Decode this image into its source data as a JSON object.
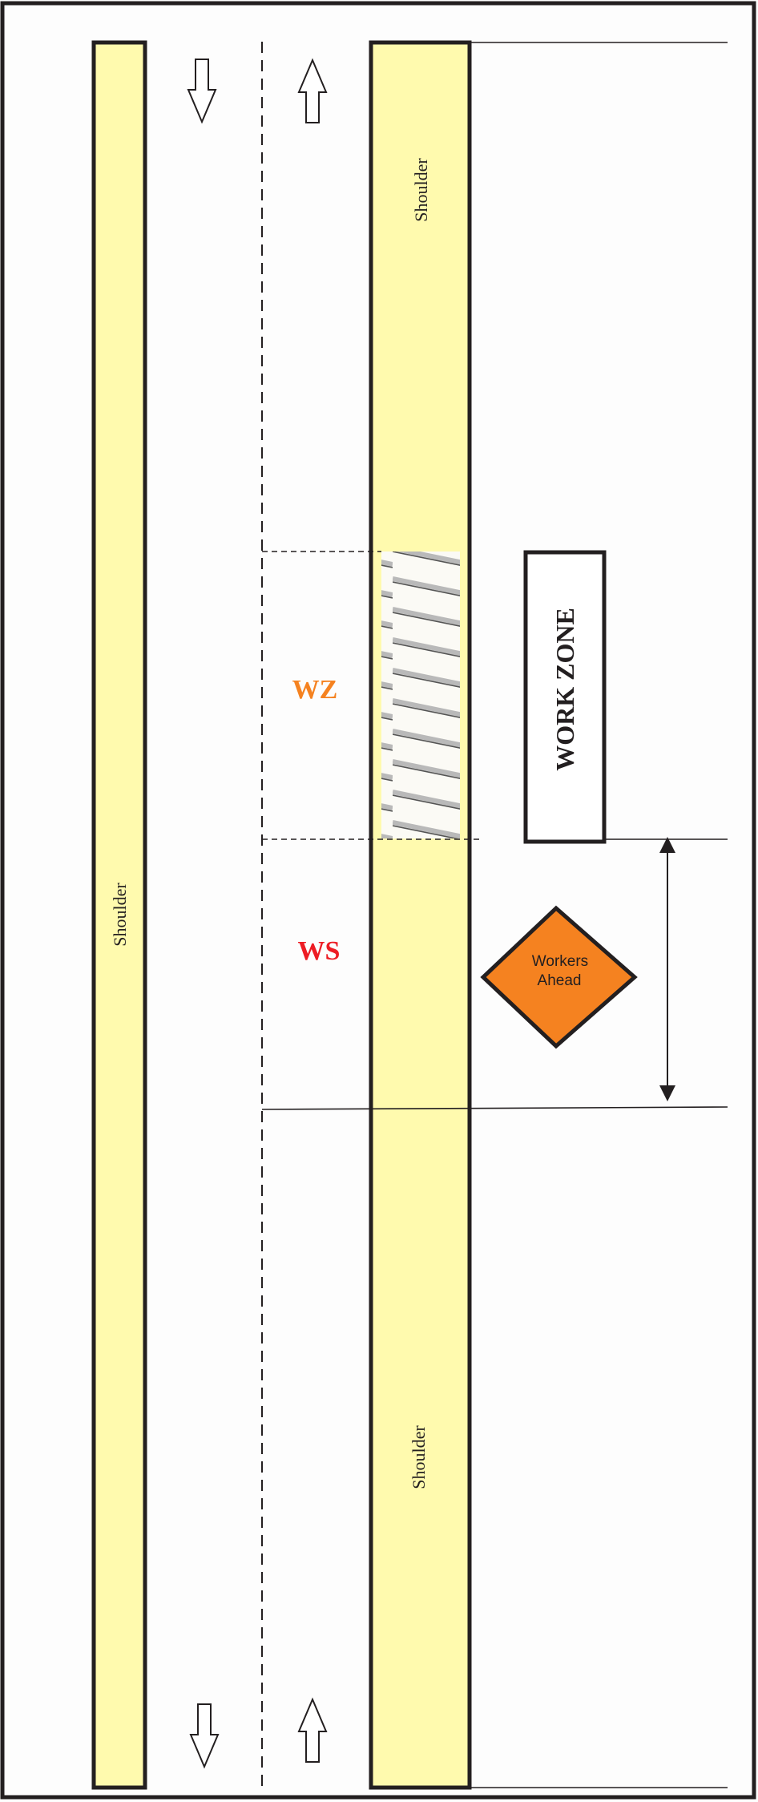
{
  "shoulders": {
    "left_label": "Shoulder",
    "right_upper_label": "Shoulder",
    "right_lower_label": "Shoulder"
  },
  "zones": {
    "work_zone_label": "WZ",
    "warning_sign_label": "WS"
  },
  "signs": {
    "work_zone_text": "WORK ZONE",
    "diamond_line1": "Workers",
    "diamond_line2": "Ahead"
  },
  "colors": {
    "shoulder_fill": "#fffaae",
    "outline": "#231f20",
    "wz_label": "#f58220",
    "ws_label": "#ed1c24",
    "diamond_fill": "#f58220",
    "page_bg": "#fdfdfd"
  },
  "icons": {
    "southbound_arrow": "down-arrow-icon",
    "northbound_arrow": "up-arrow-icon"
  }
}
